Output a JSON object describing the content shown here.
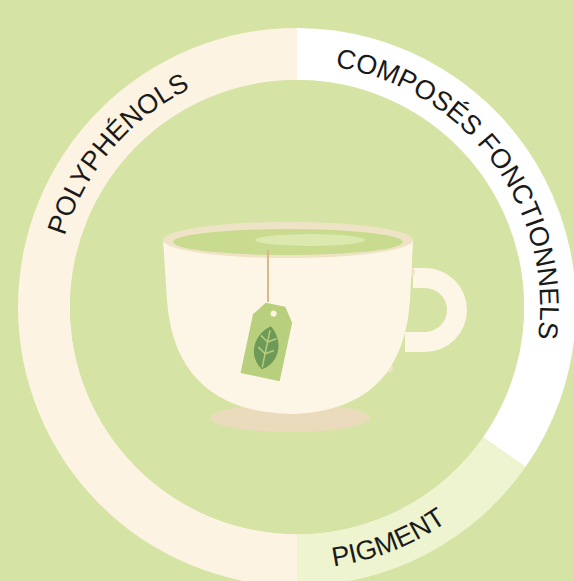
{
  "diagram": {
    "nodes": [
      {
        "text": [
          "POLYPHÉNOLS"
        ]
      },
      {
        "text": [
          "COMPOSÉS FONCTIONNELS"
        ]
      },
      {
        "text": [
          "PIGMENT"
        ]
      }
    ]
  }
}
